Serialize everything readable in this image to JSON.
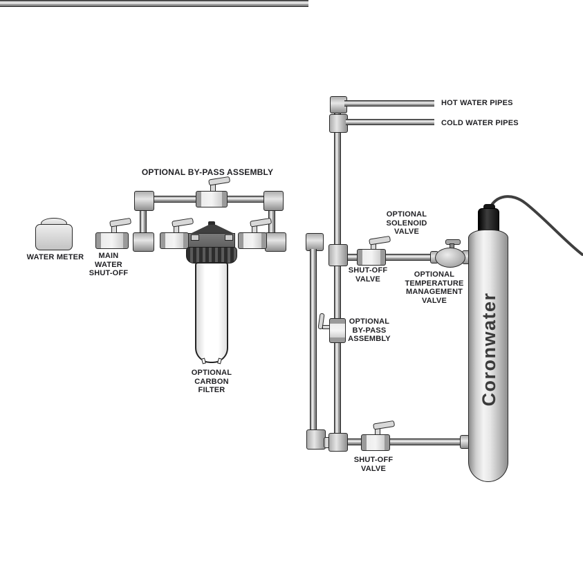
{
  "diagram": {
    "type": "plumbing-installation-schematic",
    "labels": {
      "water_meter": "WATER METER",
      "main_water_shut_off": "MAIN\nWATER\nSHUT-OFF",
      "bypass_assembly_top": "OPTIONAL BY-PASS ASSEMBLY",
      "carbon_filter": "OPTIONAL\nCARBON\nFILTER",
      "hot_water_pipes": "HOT WATER PIPES",
      "cold_water_pipes": "COLD WATER PIPES",
      "solenoid_valve": "OPTIONAL\nSOLENOID\nVALVE",
      "shut_off_valve_mid": "SHUT-OFF\nVALVE",
      "temperature_management_valve": "OPTIONAL\nTEMPERATURE\nMANAGEMENT\nVALVE",
      "bypass_assembly_right": "OPTIONAL\nBY-PASS\nASSEMBLY",
      "shut_off_valve_bottom": "SHUT-OFF\nVALVE",
      "unit_brand": "Coronwater"
    },
    "colors": {
      "background": "#ffffff",
      "pipe_fill": "#d9d9d9",
      "outline": "#262626",
      "label_text": "#1f1f23",
      "filter_head": "#6b6b6b",
      "filter_collar": "#3a3a3a",
      "filter_bowl": "#ffffff",
      "unit_body": "#d6d6d6",
      "unit_cap": "#141414",
      "power_cable": "#3f3f3f"
    }
  }
}
